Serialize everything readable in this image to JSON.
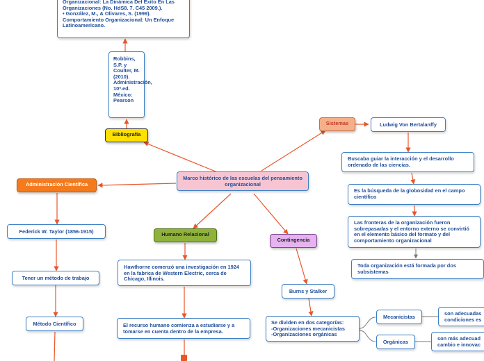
{
  "center": "Marco histórico de las escuelas del pensamiento organizacional",
  "branches": {
    "bibliografia": "Bibliografía",
    "administracion": "Administración Científica",
    "humano": "Humano Relacional",
    "contingencia": "Contingencia",
    "sistemas": "Sistemas"
  },
  "bib_nodes": {
    "refs": "Organizacional: La Dinámica Del Éxito En Las Organizaciones (No. HdS8. 7. C45 2009.).\n•      González, M., & Olivares, S. (1999). Comportamiento Organizacional: Un Enfoque Latinoamericano.",
    "robbins": "Robbins, S.P. y Coulter, M. (2010). Administración, 10ª.ed. México: Pearson"
  },
  "admin_nodes": {
    "taylor": "Federick W. Taylor (1856-1915)",
    "metodo_trabajo": "Tener un método de trabajo",
    "metodo_cientifico": "Método Científico"
  },
  "humano_nodes": {
    "hawthorne": "Hawthorne comenzó una investigación en 1924 en la fabrica de Western Electric, cerca de Chicago, Illinois.",
    "recurso": "El recurso humano comienza a estudiarse y a tomarse en cuenta dentro de la empresa."
  },
  "contingencia_nodes": {
    "burns": "Burns y Stalker",
    "dividen": "Se dividen en dos categorías:\n-Organizaciones mecanicistas\n-Organizaciones orgánicas",
    "mecanicistas": "Mecanicistas",
    "organicas": "Orgánicas",
    "adecuadas": "son adecuadas\ncondiciones es",
    "mas_adecuadas": "son más adecuad\ncambio e innovac"
  },
  "sistemas_nodes": {
    "bertalanffy": "Ludwig Von Bertalanffy",
    "buscaba": "Buscaba guiar la interacción y el desarrollo ordenado de las ciencias.",
    "busqueda": "Es la búsqueda de la globosidad en el campo científico",
    "fronteras": "Las fronteras de la organización fueron sobrepasadas y el entorno externo se convirtió en el elemento básico del formato y del comportamiento organizacional",
    "toda": "Toda organización está formada por dos subsistemas"
  },
  "colors": {
    "connector": "#e8572a",
    "center_fill": "#f7c5d2",
    "bibliografia": "#ffe100",
    "administracion": "#f47a1c",
    "humano": "#8fb33a",
    "contingencia": "#e6b3f0",
    "sistemas": "#f5b08a",
    "box_border": "#3d7fc4",
    "text_blue": "#1f4e9a"
  }
}
